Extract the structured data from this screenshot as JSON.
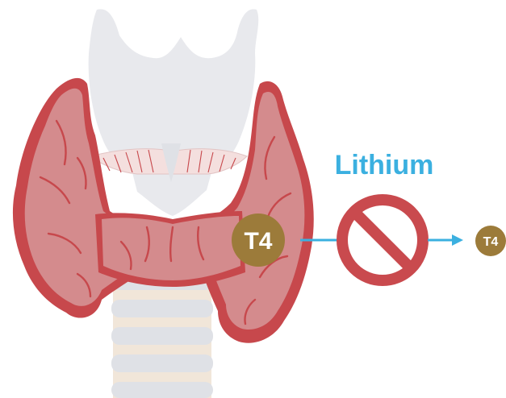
{
  "labels": {
    "drug": "Lithium",
    "hormone_in_gland": "T4",
    "hormone_released": "T4"
  },
  "icons": {
    "thyroid": "thyroid-gland-illustration",
    "block": "prohibition-sign-icon",
    "arrow": "arrow-right-icon"
  },
  "colors": {
    "drug_text": "#3bb0e0",
    "arrow": "#3bb0e0",
    "hormone": "#9c7b3a",
    "block": "#c94a4e",
    "thyroid_lobe": "#d48b8d",
    "thyroid_edge": "#c7484c",
    "cartilage": "#e8e9ed",
    "trachea_ring": "#d9dbe1",
    "trachea_band": "#f1e6d9"
  }
}
